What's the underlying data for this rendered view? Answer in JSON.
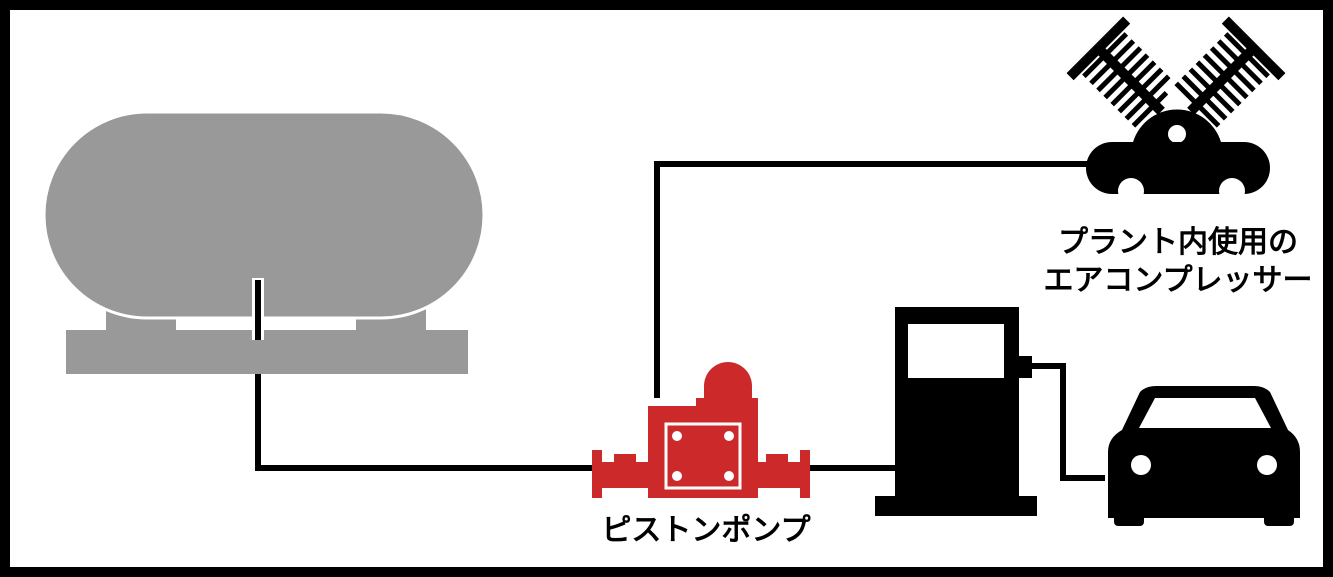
{
  "labels": {
    "pump": "ピストンポンプ",
    "compressor_line1": "プラント内使用の",
    "compressor_line2": "エアコンプレッサー"
  },
  "colors": {
    "tank": "#999999",
    "pump": "#cc2a2a",
    "line": "#000000",
    "frame": "#000000",
    "background": "#ffffff"
  },
  "icons": {
    "tank": "storage-tank-icon",
    "pump": "piston-pump-icon",
    "compressor": "air-compressor-icon",
    "dispenser": "fuel-dispenser-icon",
    "car": "car-icon"
  }
}
